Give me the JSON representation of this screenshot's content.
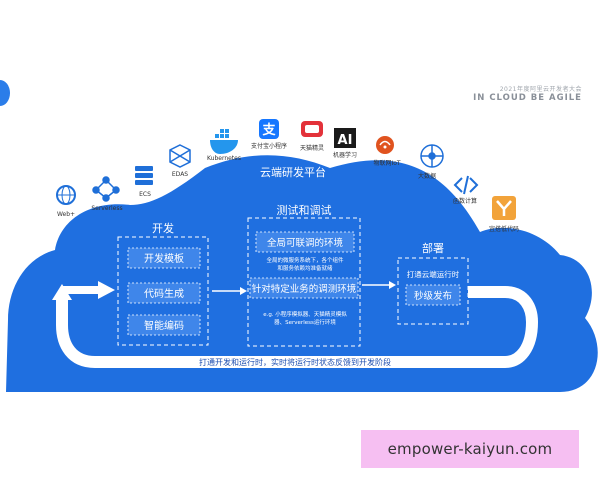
{
  "header": {
    "subtitle": "2021年度阿里云开发者大会",
    "title": "IN CLOUD BE AGILE"
  },
  "platform": {
    "title": "云端研发平台"
  },
  "icons": [
    {
      "name": "web-plus-icon",
      "label": "Web+",
      "color": "#1f6fd8"
    },
    {
      "name": "serverless-icon",
      "label": "Serverless",
      "color": "#1f6fd8"
    },
    {
      "name": "ecs-icon",
      "label": "ECS",
      "color": "#1f6fd8"
    },
    {
      "name": "edas-icon",
      "label": "EDAS",
      "color": "#1f6fd8"
    },
    {
      "name": "kubernetes-icon",
      "label": "Kubernetes",
      "color": "#2496ed"
    },
    {
      "name": "alipay-miniapp-icon",
      "label": "支付宝小程序",
      "color": "#1677ff"
    },
    {
      "name": "tmall-genie-icon",
      "label": "天猫精灵",
      "color": "#e3323a"
    },
    {
      "name": "machine-learning-icon",
      "label": "机器学习",
      "color": "#1a1a1a"
    },
    {
      "name": "iot-icon",
      "label": "物联网IoT",
      "color": "#e0531f"
    },
    {
      "name": "big-data-icon",
      "label": "大数据",
      "color": "#1f6fd8"
    },
    {
      "name": "function-compute-icon",
      "label": "函数计算",
      "color": "#1f6fd8"
    },
    {
      "name": "low-code-icon",
      "label": "宜搭低代码",
      "color": "#f2a33a"
    }
  ],
  "develop": {
    "title": "开发",
    "items": [
      "开发模板",
      "代码生成",
      "智能编码"
    ]
  },
  "test": {
    "title": "测试和调试",
    "box1": "全局可联调的环境",
    "note1_line1": "全局的微服务系统下，各个组件",
    "note1_line2": "和服务依赖均准备就绪",
    "box2": "针对特定业务的调测环境",
    "note2_line1": "e.g. 小程序模拟器、天猫精灵模拟",
    "note2_line2": "器、Serverless运行环境"
  },
  "deploy": {
    "title": "部署",
    "subtitle": "打通云端运行时",
    "button": "秒级发布"
  },
  "feedback": "打通开发和运行时，实时将运行时状态反馈到开发阶段",
  "watermark": "empower-kaiyun.com",
  "colors": {
    "cloud": "#1f6fe0",
    "box_fill": "#3f86ea",
    "text_light": "#ffffff",
    "band": "#ffffff"
  }
}
